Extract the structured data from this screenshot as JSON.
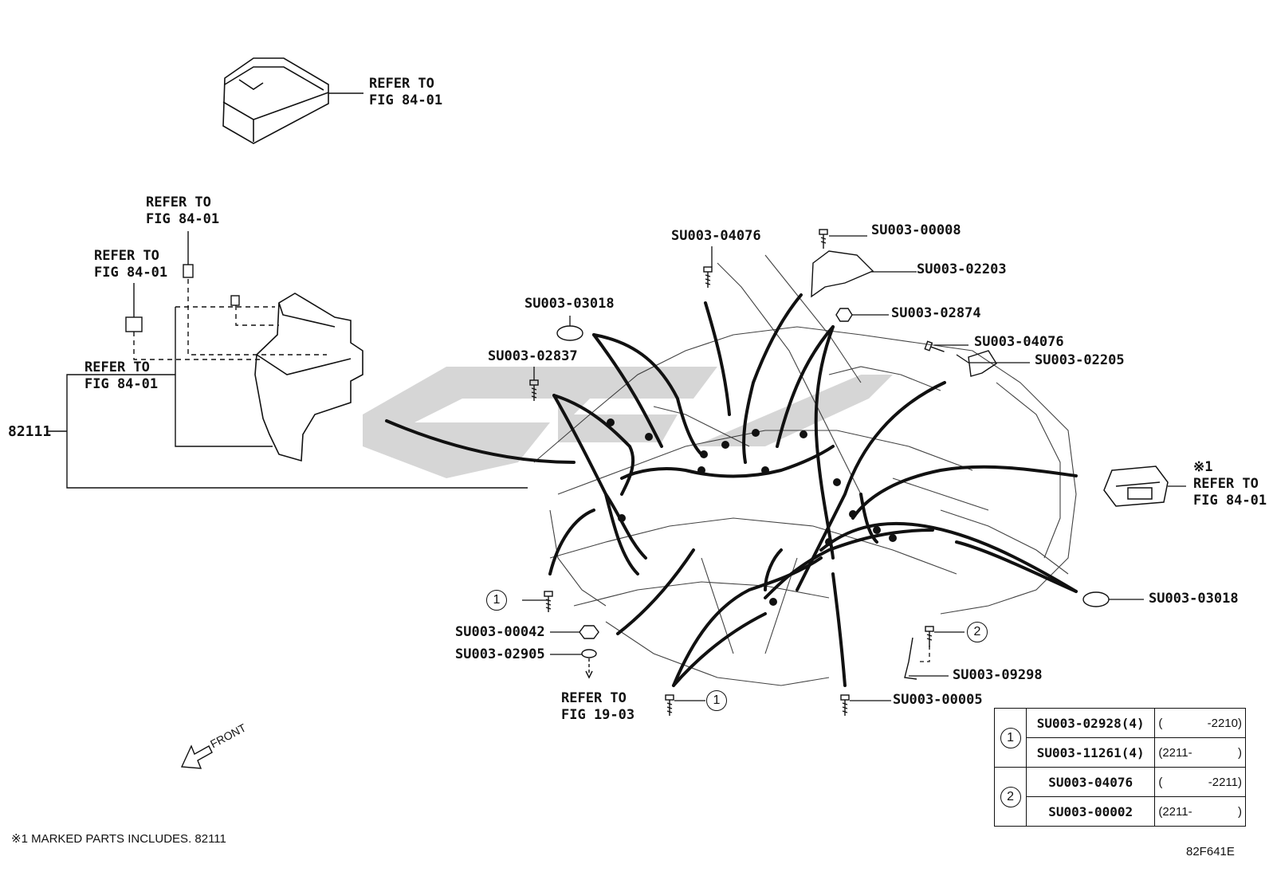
{
  "labels": {
    "refer_top": [
      "REFER TO",
      "FIG 84-01"
    ],
    "refer_upper_left": [
      "REFER TO",
      "FIG 84-01"
    ],
    "refer_left": [
      "REFER TO",
      "FIG 84-01"
    ],
    "refer_mid_left": [
      "REFER TO",
      "FIG 84-01"
    ],
    "part_82111": "82111",
    "su_04076_top": "SU003-04076",
    "su_00008": "SU003-00008",
    "su_02203": "SU003-02203",
    "su_02874": "SU003-02874",
    "su_03018_left": "SU003-03018",
    "su_02837": "SU003-02837",
    "su_04076_right": "SU003-04076",
    "su_02205": "SU003-02205",
    "ecu_mark": "※1",
    "refer_ecu": [
      "REFER TO",
      "FIG 84-01"
    ],
    "su_03018_right": "SU003-03018",
    "su_00042": "SU003-00042",
    "su_02905": "SU003-02905",
    "refer_19": [
      "REFER TO",
      "FIG 19-03"
    ],
    "su_09298": "SU003-09298",
    "su_00005": "SU003-00005",
    "callout_1": "1",
    "callout_2": "2",
    "front": "FRONT",
    "footnote": "※1 MARKED PARTS INCLUDES. 82111",
    "figure_code": "82F641E"
  },
  "table": {
    "rows": [
      {
        "key": "1",
        "entries": [
          {
            "code": "SU003-02928(4)",
            "from": "",
            "to": "-2210"
          },
          {
            "code": "SU003-11261(4)",
            "from": "2211-",
            "to": ""
          }
        ]
      },
      {
        "key": "2",
        "entries": [
          {
            "code": "SU003-04076",
            "from": "",
            "to": "-2211"
          },
          {
            "code": "SU003-00002",
            "from": "2211-",
            "to": ""
          }
        ]
      }
    ]
  },
  "colors": {
    "ink": "#111111",
    "watermark": "#c8c8c8"
  },
  "icons": [
    "fuse-box-cover-icon",
    "relay-icon",
    "junction-block-icon",
    "ecu-module-icon",
    "bolt-icon",
    "nut-icon",
    "washer-icon",
    "grommet-icon",
    "bracket-icon",
    "front-arrow-icon",
    "wire-harness-icon",
    "watermark-logo"
  ]
}
